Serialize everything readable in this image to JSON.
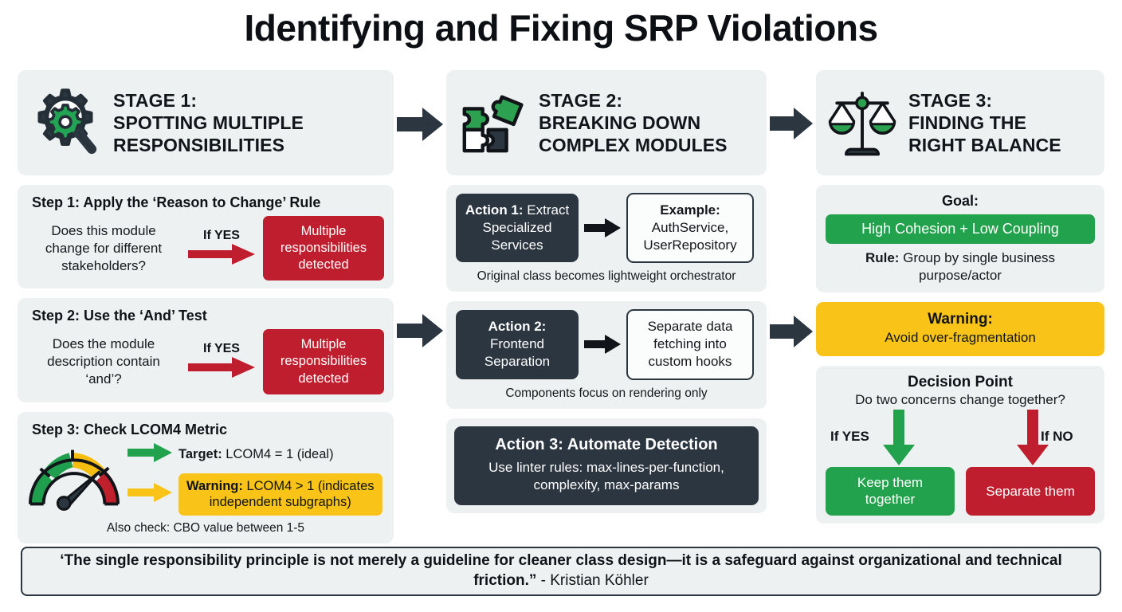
{
  "title": "Identifying and Fixing SRP Violations",
  "colors": {
    "red": "#be1e2d",
    "green": "#22a24c",
    "yellow": "#f9c317",
    "dark": "#2b3640",
    "card_bg": "#eef1f2"
  },
  "stages": [
    {
      "number": "STAGE 1:",
      "name": "SPOTTING MULTIPLE\nRESPONSIBILITIES",
      "icon": "gear-magnifier-icon"
    },
    {
      "number": "STAGE 2:",
      "name": "BREAKING DOWN\nCOMPLEX MODULES",
      "icon": "puzzle-pieces-icon"
    },
    {
      "number": "STAGE 3:",
      "name": "FINDING THE\nRIGHT BALANCE",
      "icon": "balance-scales-icon"
    }
  ],
  "stage1": {
    "steps": [
      {
        "title": "Step 1: Apply the ‘Reason to Change’ Rule",
        "question": "Does this module\nchange for different\nstakeholders?",
        "condition": "If YES",
        "outcome": "Multiple\nresponsibilities\ndetected"
      },
      {
        "title": "Step 2: Use the ‘And’ Test",
        "question": "Does the module\ndescription contain\n‘and’?",
        "condition": "If YES",
        "outcome": "Multiple\nresponsibilities\ndetected"
      }
    ],
    "step3": {
      "title": "Step 3: Check LCOM4 Metric",
      "target_label": "Target:",
      "target_value": "LCOM4 = 1 (ideal)",
      "warning_label": "Warning:",
      "warning_value": "LCOM4 > 1 (indicates\nindependent subgraphs)",
      "footnote": "Also check: CBO value between 1-5"
    }
  },
  "stage2": {
    "actions": [
      {
        "label": "Action 1:",
        "body": " Extract\nSpecialized\nServices",
        "result_label": "Example:",
        "result_body": "\nAuthService,\nUserRepository",
        "caption": "Original class becomes lightweight orchestrator"
      },
      {
        "label": "Action 2:",
        "body": "\nFrontend\nSeparation",
        "result_label": "",
        "result_body": "Separate data\nfetching into\ncustom hooks",
        "caption": "Components focus on rendering only"
      }
    ],
    "action3": {
      "title": "Action 3: Automate Detection",
      "body": "Use linter rules: max-lines-per-function,\ncomplexity, max-params"
    }
  },
  "stage3": {
    "goal": {
      "heading": "Goal:",
      "bar": "High Cohesion + Low Coupling",
      "rule_label": "Rule:",
      "rule_value": " Group by single business\npurpose/actor"
    },
    "warning": {
      "title": "Warning:",
      "body": "Avoid over-fragmentation"
    },
    "decision": {
      "title": "Decision Point",
      "question": "Do two concerns change together?",
      "yes_label": "If YES",
      "no_label": "If NO",
      "yes_outcome": "Keep them\ntogether",
      "no_outcome": "Separate them"
    }
  },
  "quote": {
    "text": "‘The single responsibility principle is not merely a guideline for cleaner class design—it is a safeguard against organizational and technical friction.”",
    "author": " - Kristian Köhler"
  }
}
